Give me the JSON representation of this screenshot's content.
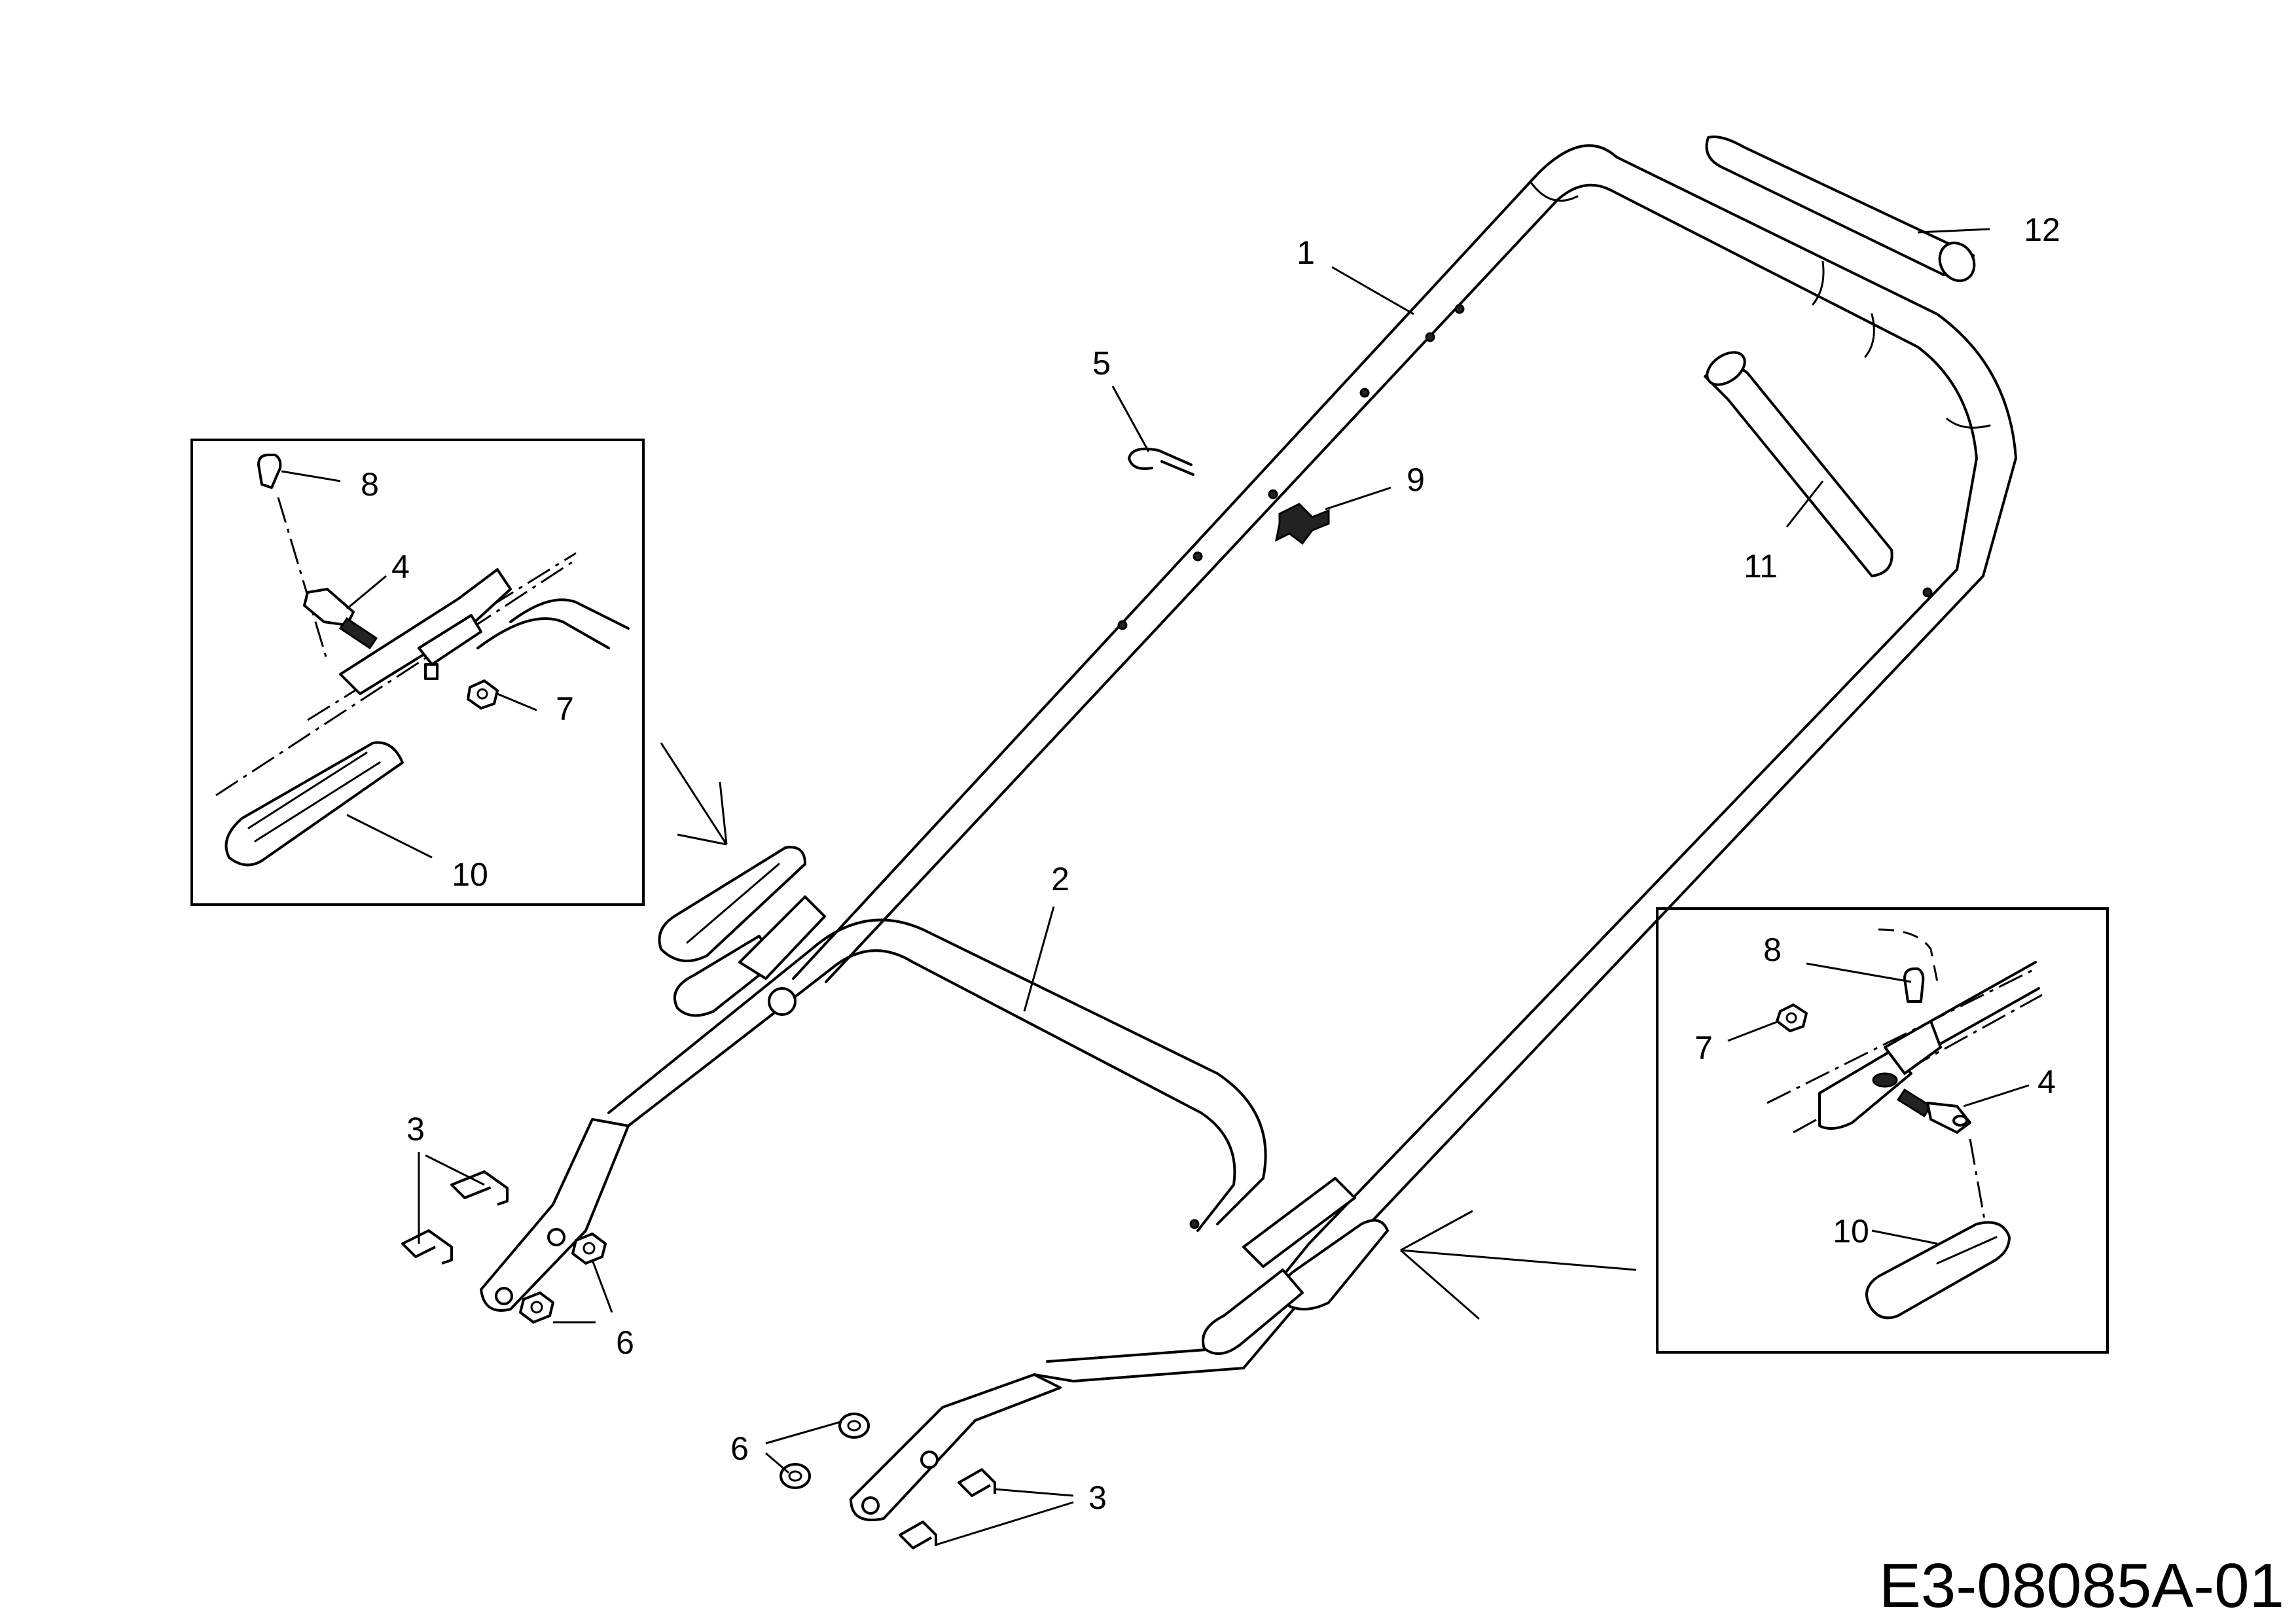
{
  "reference_code": "E3-08085A-01",
  "callouts": {
    "c1": "1",
    "c2": "2",
    "c3a": "3",
    "c3b": "3",
    "c4a": "4",
    "c4b": "4",
    "c5": "5",
    "c6a": "6",
    "c6b": "6",
    "c7a": "7",
    "c7b": "7",
    "c8a": "8",
    "c8b": "8",
    "c9": "9",
    "c10a": "10",
    "c10b": "10",
    "c11": "11",
    "c12": "12"
  }
}
